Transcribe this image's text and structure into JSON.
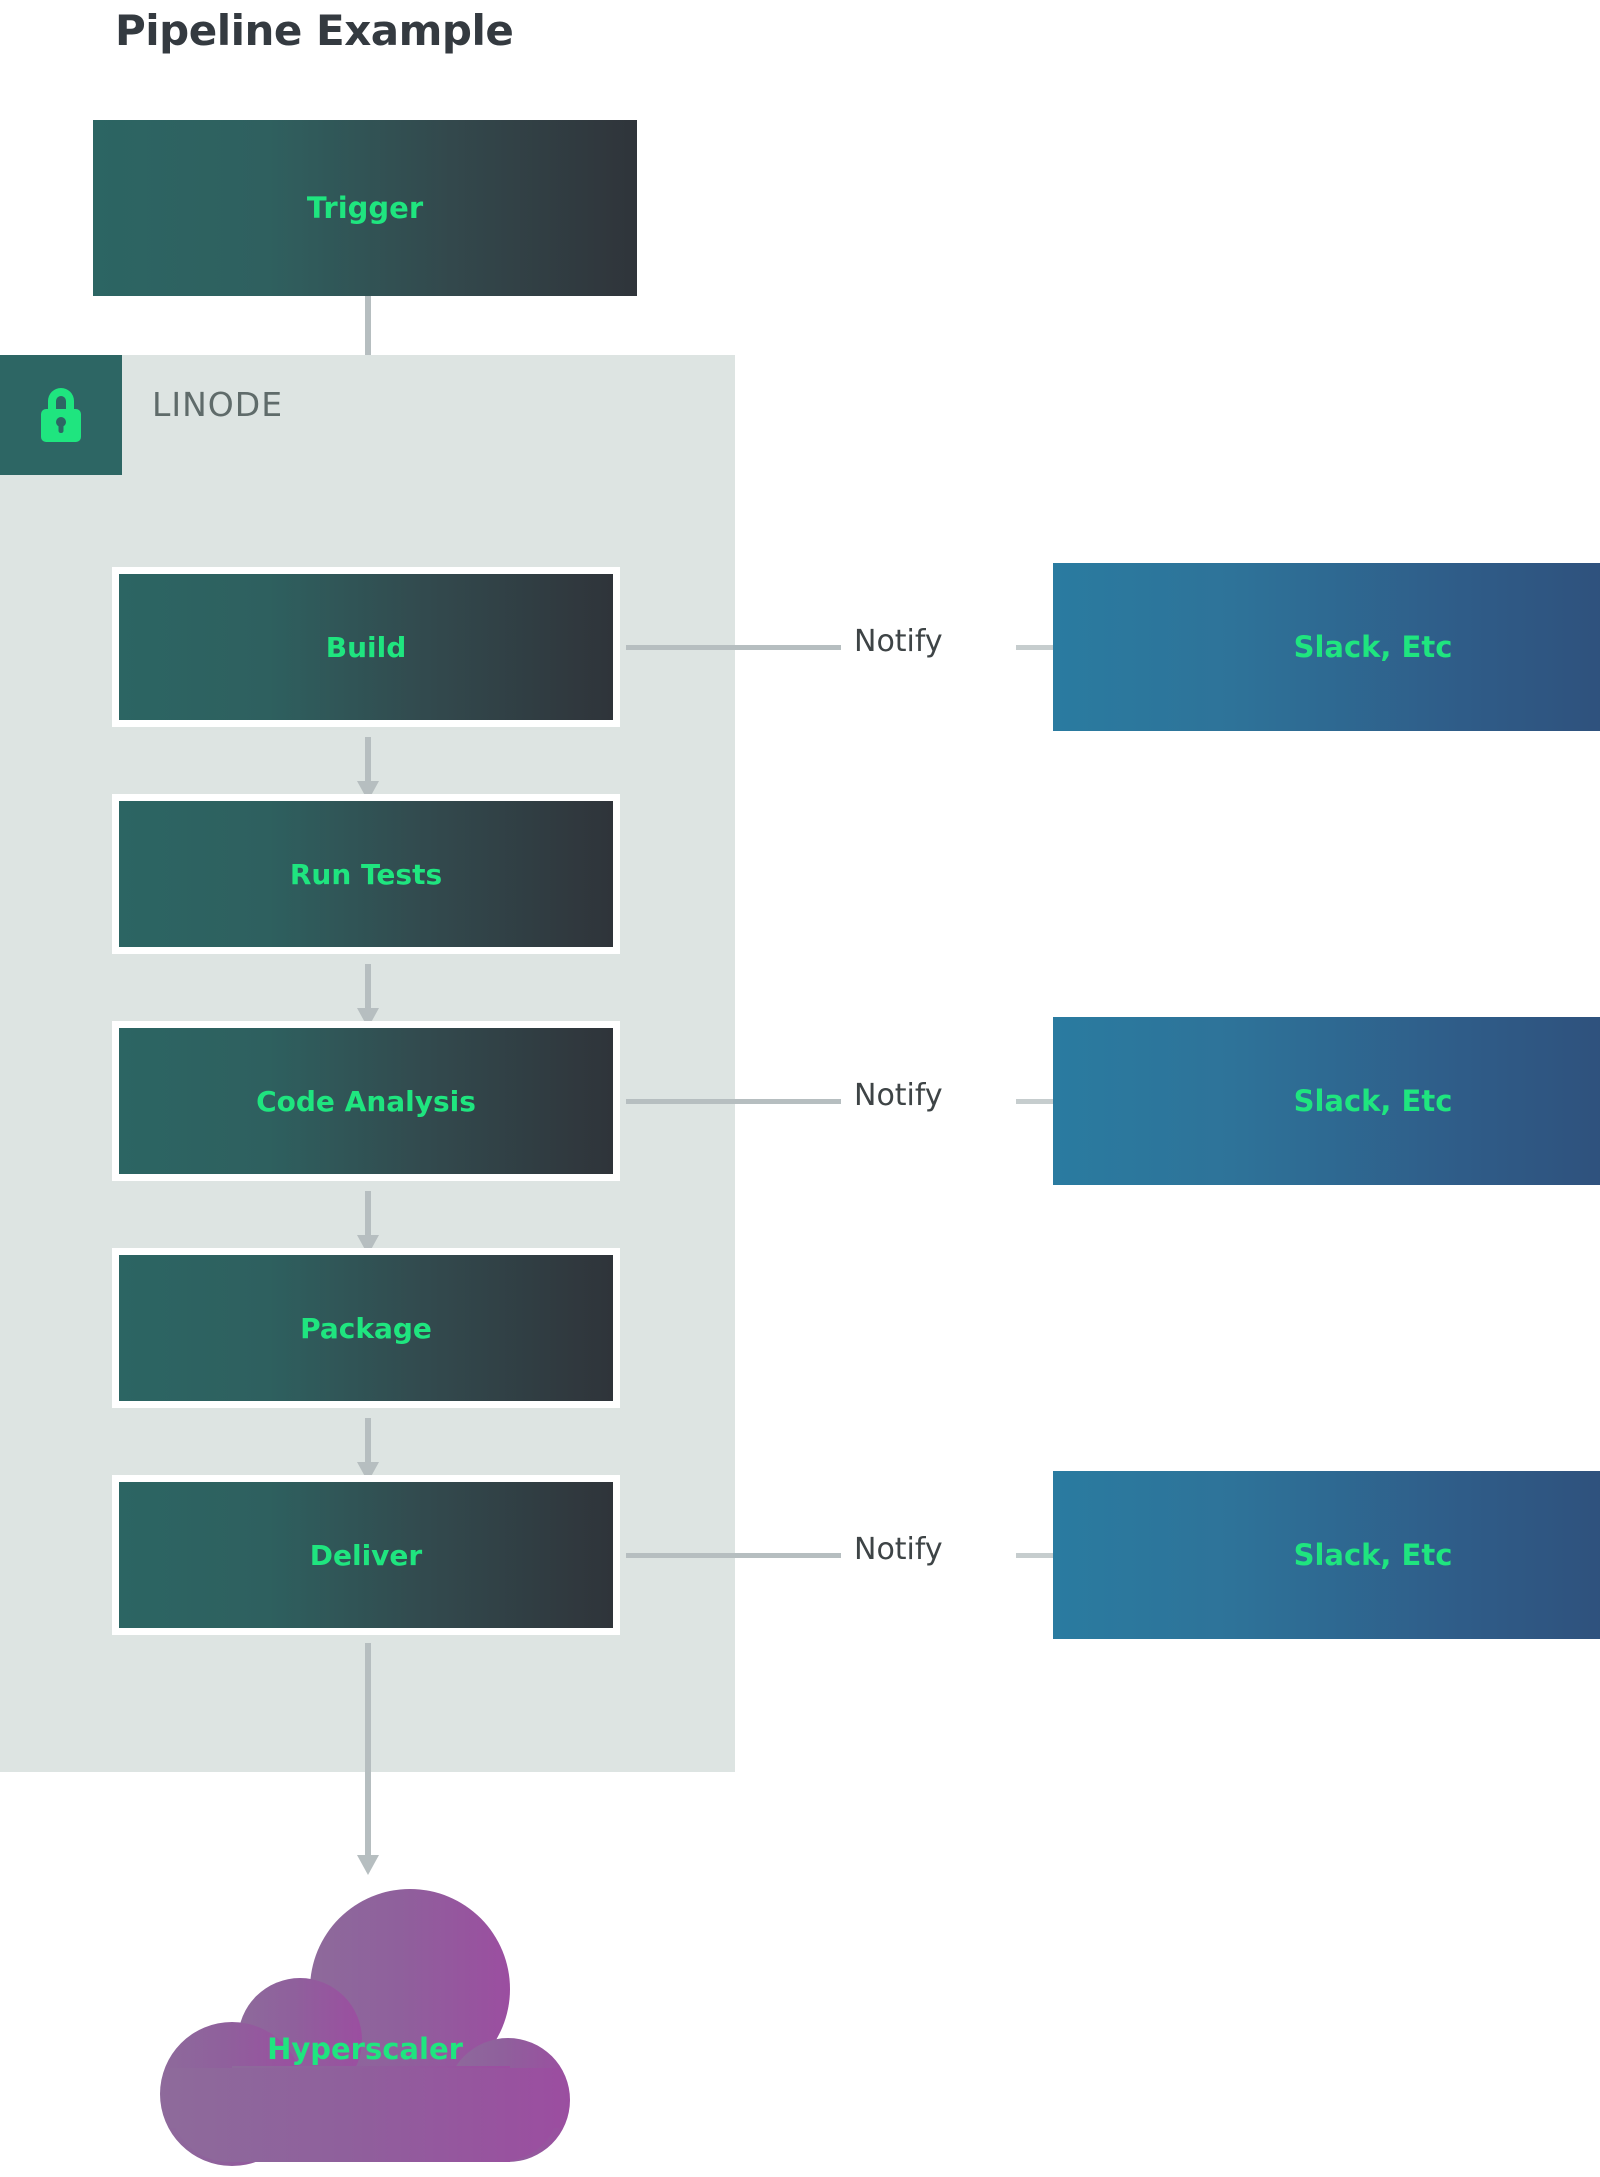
{
  "page": {
    "title": "Pipeline Example",
    "background": "#ffffff"
  },
  "colors": {
    "title_text": "#343a40",
    "accent_green": "#1fe57f",
    "zone_background": "#dde4e2",
    "zone_badge": "#2d6664",
    "stage_gradient_from": "#2c6563",
    "stage_gradient_to": "#2f343a",
    "sink_gradient_from": "#2a7ba0",
    "sink_gradient_to": "#2f4b76",
    "cloud_gradient_from": "#8e6a9b",
    "cloud_gradient_to": "#9b4ea0",
    "arrow": "#b6bec0",
    "notify_text": "#3e4446",
    "zone_label_text": "#5f6b6a"
  },
  "zone": {
    "label": "LINODE",
    "badge_icon": "lock-icon"
  },
  "trigger": {
    "label": "Trigger"
  },
  "stages": [
    {
      "id": "build",
      "label": "Build"
    },
    {
      "id": "tests",
      "label": "Run Tests"
    },
    {
      "id": "analysis",
      "label": "Code Analysis"
    },
    {
      "id": "package",
      "label": "Package"
    },
    {
      "id": "deliver",
      "label": "Deliver"
    }
  ],
  "notifications": [
    {
      "edge_label": "Notify",
      "target_label": "Slack, Etc",
      "from_stage": "build"
    },
    {
      "edge_label": "Notify",
      "target_label": "Slack, Etc",
      "from_stage": "analysis"
    },
    {
      "edge_label": "Notify",
      "target_label": "Slack, Etc",
      "from_stage": "deliver"
    }
  ],
  "cloud": {
    "label": "Hyperscaler"
  },
  "chart_data": {
    "type": "diagram",
    "title": "Pipeline Example",
    "nodes": [
      {
        "id": "trigger",
        "label": "Trigger",
        "kind": "box",
        "zone": null
      },
      {
        "id": "build",
        "label": "Build",
        "kind": "box",
        "zone": "LINODE"
      },
      {
        "id": "tests",
        "label": "Run Tests",
        "kind": "box",
        "zone": "LINODE"
      },
      {
        "id": "analysis",
        "label": "Code Analysis",
        "kind": "box",
        "zone": "LINODE"
      },
      {
        "id": "package",
        "label": "Package",
        "kind": "box",
        "zone": "LINODE"
      },
      {
        "id": "deliver",
        "label": "Deliver",
        "kind": "box",
        "zone": "LINODE"
      },
      {
        "id": "slack1",
        "label": "Slack, Etc",
        "kind": "box",
        "zone": null
      },
      {
        "id": "slack2",
        "label": "Slack, Etc",
        "kind": "box",
        "zone": null
      },
      {
        "id": "slack3",
        "label": "Slack, Etc",
        "kind": "box",
        "zone": null
      },
      {
        "id": "cloud",
        "label": "Hyperscaler",
        "kind": "cloud",
        "zone": null
      }
    ],
    "edges": [
      {
        "from": "trigger",
        "to": "build",
        "label": ""
      },
      {
        "from": "build",
        "to": "tests",
        "label": ""
      },
      {
        "from": "tests",
        "to": "analysis",
        "label": ""
      },
      {
        "from": "analysis",
        "to": "package",
        "label": ""
      },
      {
        "from": "package",
        "to": "deliver",
        "label": ""
      },
      {
        "from": "deliver",
        "to": "cloud",
        "label": ""
      },
      {
        "from": "build",
        "to": "slack1",
        "label": "Notify"
      },
      {
        "from": "analysis",
        "to": "slack2",
        "label": "Notify"
      },
      {
        "from": "deliver",
        "to": "slack3",
        "label": "Notify"
      }
    ],
    "groups": [
      {
        "label": "LINODE",
        "members": [
          "build",
          "tests",
          "analysis",
          "package",
          "deliver"
        ]
      }
    ]
  }
}
